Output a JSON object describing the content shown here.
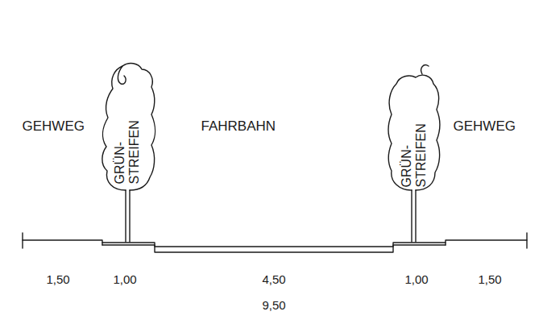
{
  "diagram": {
    "labels": [
      "GEHWEG",
      "GRÜN- STREIFEN",
      "FAHRBAHN",
      "GRÜN- STREIFEN",
      "GEHWEG",
      "1,50",
      "1,00",
      "4,50",
      "1,00",
      "1,50",
      "9,50"
    ]
  }
}
